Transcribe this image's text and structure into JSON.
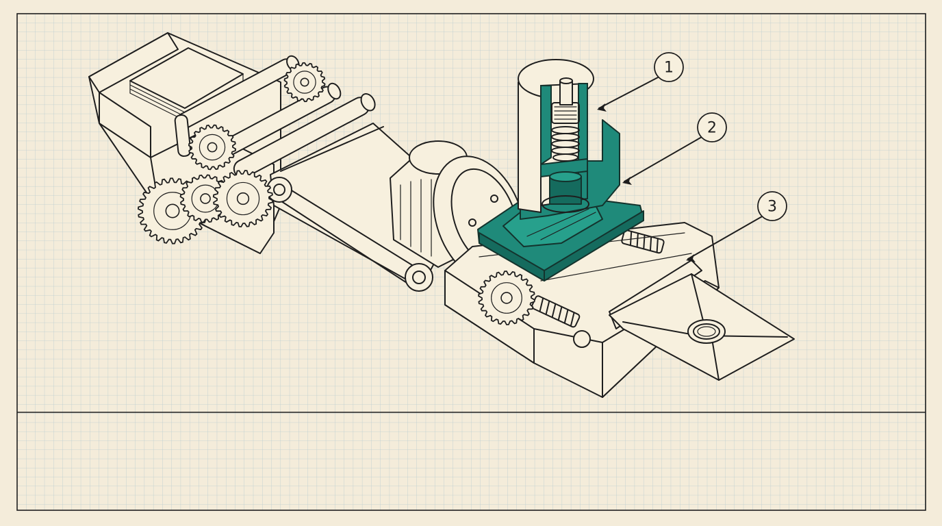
{
  "callouts": [
    {
      "label": "1"
    },
    {
      "label": "2"
    },
    {
      "label": "3"
    }
  ],
  "colors": {
    "paper": "#f4ecda",
    "grid": "#a9c3cc",
    "ink": "#1e1e1e",
    "highlight": "#1f8a7a",
    "highlight_dark": "#156b5e"
  },
  "icons": [
    "gear-icon",
    "spring-icon",
    "envelope-icon",
    "wax-seal-icon"
  ]
}
